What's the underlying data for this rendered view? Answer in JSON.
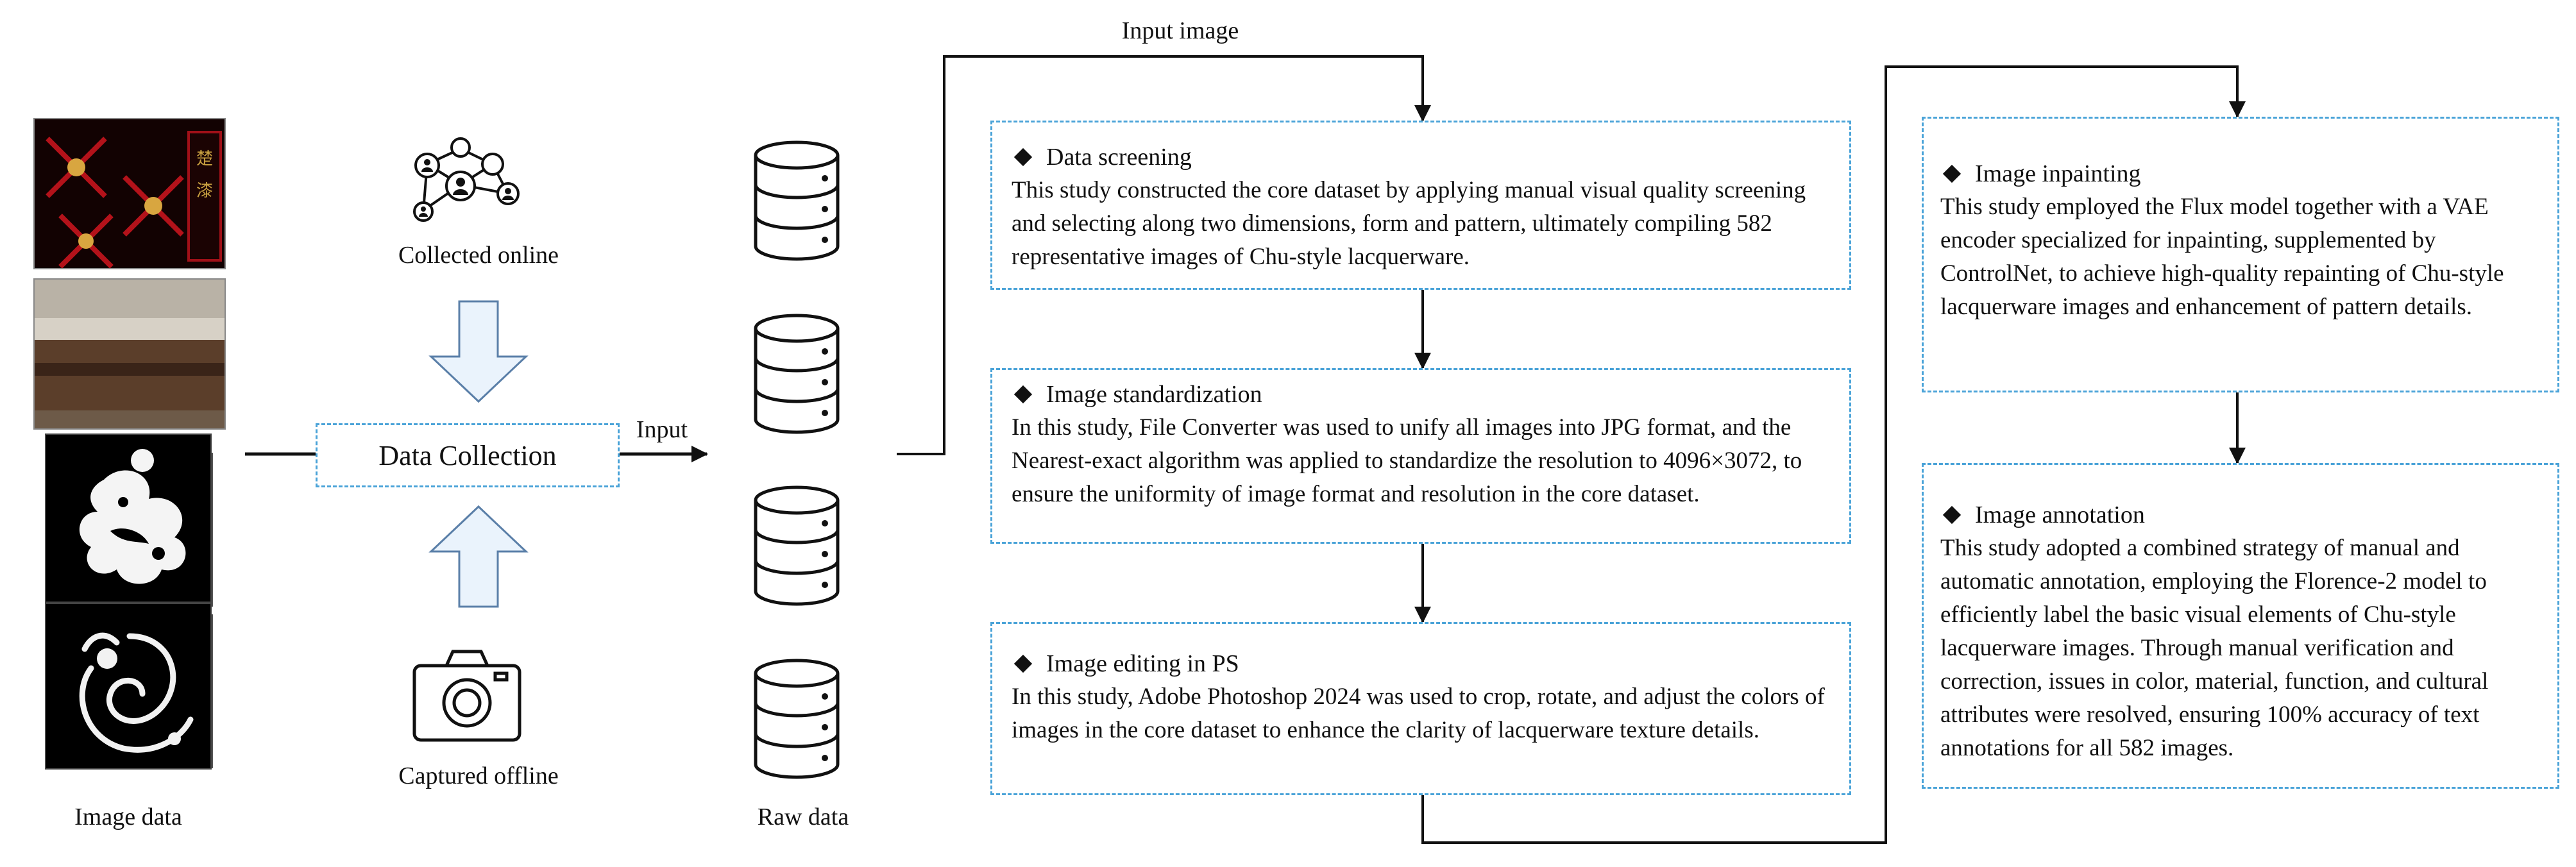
{
  "left": {
    "image_data_label": "Image data",
    "collected_online_label": "Collected online",
    "captured_offline_label": "Captured offline",
    "data_collection_label": "Data Collection",
    "input_label": "Input",
    "raw_data_label": "Raw data",
    "input_image_label": "Input image"
  },
  "steps": {
    "data_screening": {
      "title": "Data screening",
      "body": "This study constructed the core dataset by applying manual visual quality screening and selecting along two dimensions, form and pattern, ultimately compiling 582 representative images of Chu-style lacquerware."
    },
    "image_standardization": {
      "title": "Image standardization",
      "body": "In this study, File Converter was used to unify all images into JPG format, and the Nearest-exact algorithm was applied to standardize the resolution to 4096×3072, to ensure the uniformity of image format and resolution in the core dataset."
    },
    "image_editing": {
      "title": "Image editing in PS",
      "body": "In this study, Adobe Photoshop 2024 was used to crop, rotate, and adjust the colors of images in the core dataset to enhance the clarity of lacquerware texture details."
    },
    "image_inpainting": {
      "title": "Image inpainting",
      "body": "This study employed the Flux model together with a VAE encoder specialized for inpainting, supplemented by ControlNet, to achieve high-quality repainting of Chu-style lacquerware images and enhancement of pattern details."
    },
    "image_annotation": {
      "title": "Image annotation",
      "body": "This study adopted a combined strategy of manual and automatic annotation, employing the Florence-2 model to efficiently label the basic visual elements of Chu-style lacquerware images. Through manual verification and correction, issues in color, material, function, and cultural attributes were resolved, ensuring 100% accuracy of text annotations for all 582 images."
    }
  },
  "icons": {
    "network": "network-people-icon",
    "camera": "camera-icon",
    "database": "database-icon",
    "arrow_down": "block-arrow-down-icon",
    "arrow_up": "block-arrow-up-icon"
  },
  "colors": {
    "dashed_border": "#4aa3d8",
    "block_arrow_fill": "#eaf3fc",
    "block_arrow_stroke": "#5a7fa8",
    "lines": "#111111"
  }
}
